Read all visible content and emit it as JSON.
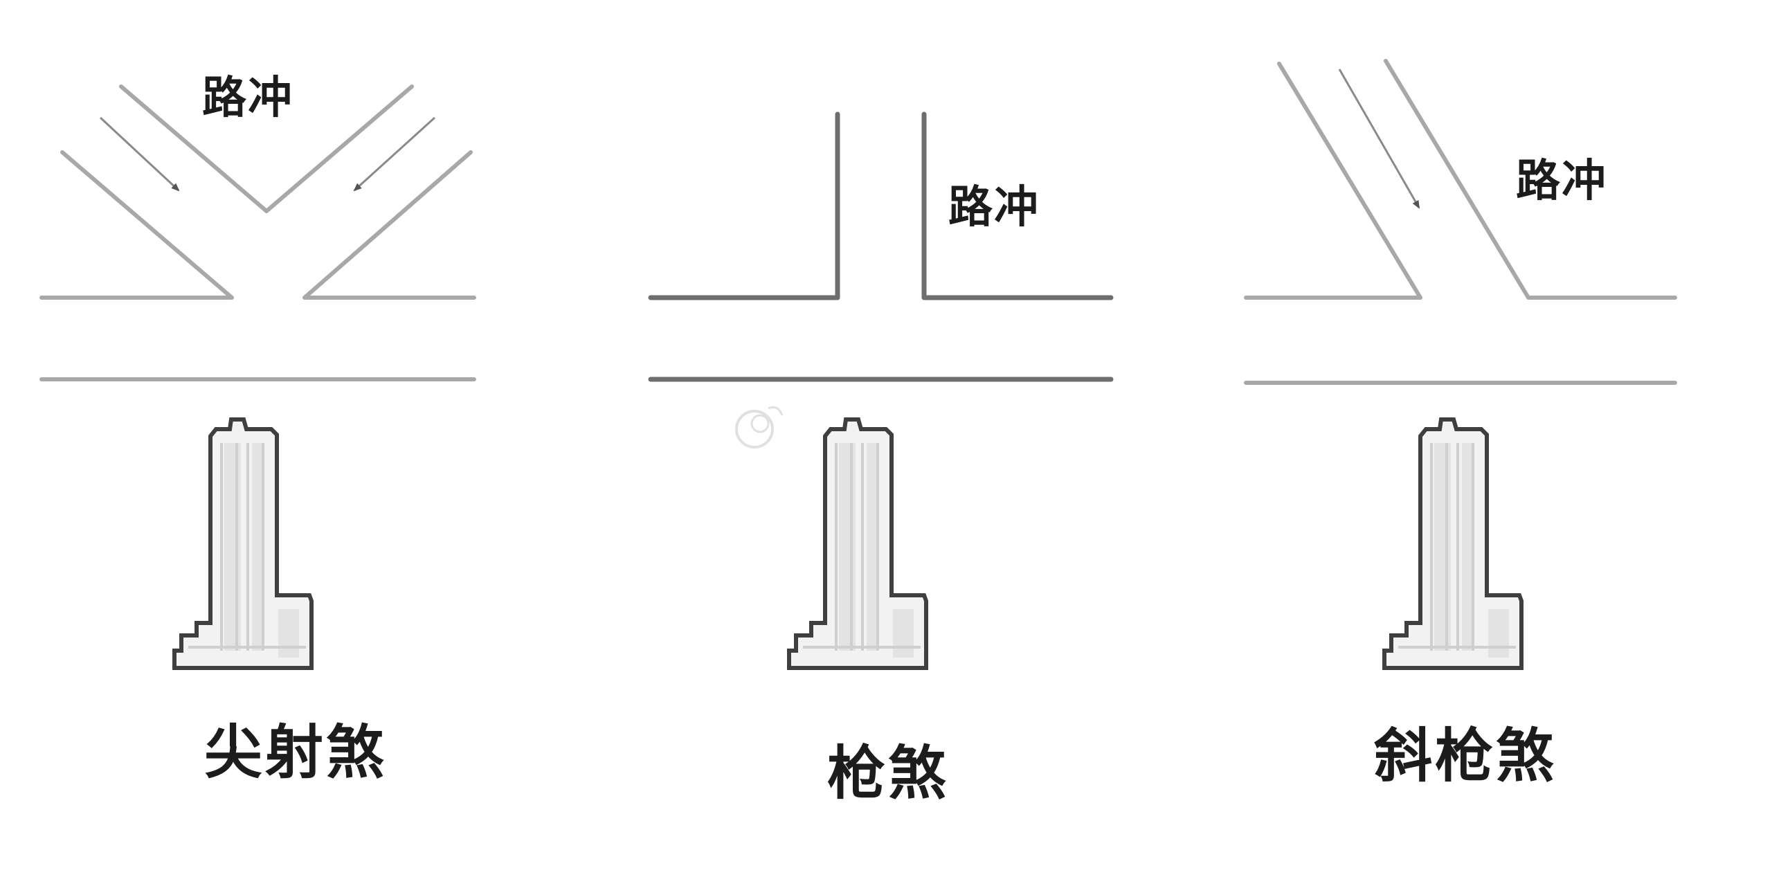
{
  "panels": [
    {
      "road_label": "路冲",
      "caption": "尖射煞"
    },
    {
      "road_label": "路冲",
      "caption": "枪煞"
    },
    {
      "road_label": "路冲",
      "caption": "斜枪煞"
    }
  ]
}
